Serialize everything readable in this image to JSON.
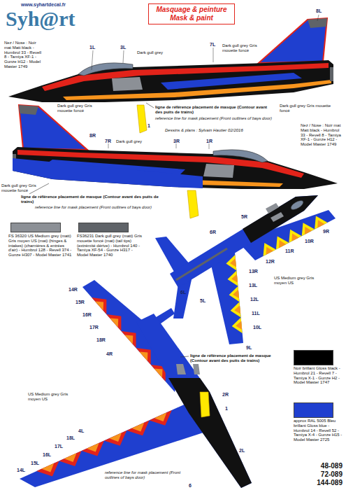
{
  "diagram": {
    "nodes": [
      {
        "text": [
          "Masquage & peinture",
          "Mask & paint"
        ]
      }
    ],
    "labels": [
      "www.syhartdecal.fr",
      "Syh@rt",
      "Nez / Nose : Noir mat Matt black - Humbrol 33 - Revell 8 - Tamiya XF-1 - Gunze H12 - Model Master 1749",
      "1L",
      "3L",
      "Dark gull grey",
      "7L",
      "Dark gull grey Gris mouette foncé",
      "8L",
      "Dark gull grey Gris mouette foncé",
      "ligne de référence placement de masque (Contour avant des puits de trains)",
      "reference line for mask placement (Front outlines of bays door)",
      "1",
      "Dessins & plans : Sylvain Hautier 02/2016",
      "Dark gull grey Gris mouette foncé",
      "8R",
      "7R",
      "Dark gull grey",
      "3R",
      "1R",
      "Nez / Nose : Noir mat Matt black - Humbrol 33 - Revell 8 - Tamiya XF-1 - Gunze H12 - Model Master 1749",
      "Dark gull grey Gris mouette foncé",
      "ligne de référence placement de masque (Contour avant des puits de trains)",
      "reference line for mask placement (Front outlines of bays door)",
      "6R",
      "5R",
      "10R",
      "9R",
      "11R",
      "12R",
      "13R",
      "US Medium grey Gris moyen US",
      "6L",
      "5L",
      "13L",
      "12L",
      "11L",
      "10L",
      "9L",
      "14R",
      "15R",
      "16R",
      "17R",
      "18R",
      "4R",
      "ligne de référence placement de masque (Contour avant des puits de trains)",
      "2R",
      "1",
      "US Medium grey Gris moyen US",
      "4L",
      "18L",
      "17L",
      "16L",
      "15L",
      "14L",
      "2L",
      "reference line for mask placement (Front outlines of bays door)",
      "6",
      "48-089",
      "72-089",
      "144-089"
    ],
    "legend": [
      {
        "text": "FS 36320 US Medium grey (matt) Gris moyen US (mat) (hinges & intakes) (charnières & entrées d'air) - Humbrol 128 - Revell 374 - Gunze H307 - Model Master 1741",
        "color": "#8c9096"
      },
      {
        "text": "FS36231 Dark gull grey (matt) Gris mouette foncé (mat) (tail tips) (extrémité dérive) - Humbrol 140 - Tamiya XF-54 - Gunze H317 - Model Master 1740",
        "color": "#5f6368"
      },
      {
        "text": "Noir brillant Gloss black - Humbrol 21 - Revell 7 - Tamiya X-1 - Gunze H2 - Model Master 1747",
        "color": "#000000"
      },
      {
        "text": "approx RAL 5005 Bleu brillant Gloss blue - Humbrol 14 - Revell 52 - Tamiya X-4 - Gunze H15 - Model Master 2725",
        "color": "#1f3fcf"
      }
    ]
  }
}
